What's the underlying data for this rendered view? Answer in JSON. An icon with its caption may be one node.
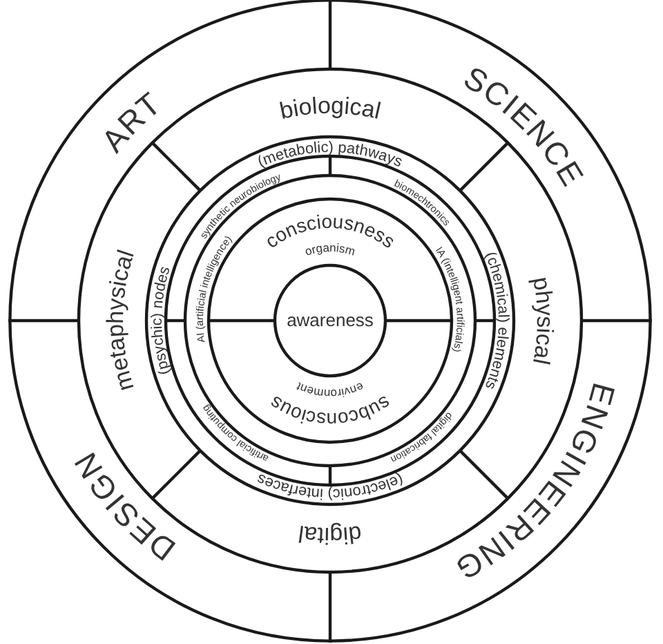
{
  "diagram": {
    "nodes": [
      {
        "text": [
          "ART"
        ]
      },
      {
        "text": [
          "SCIENCE"
        ]
      },
      {
        "text": [
          "ENGINEERING"
        ]
      },
      {
        "text": [
          "DESIGN"
        ]
      },
      {
        "text": [
          "biological"
        ]
      },
      {
        "text": [
          "physical"
        ]
      },
      {
        "text": [
          "digital"
        ]
      },
      {
        "text": [
          "metaphysical"
        ]
      },
      {
        "text": [
          "(metabolic) pathways"
        ]
      },
      {
        "text": [
          "(chemical) elements"
        ]
      },
      {
        "text": [
          "(electronic) interfaces"
        ]
      },
      {
        "text": [
          "(psychic) nodes"
        ]
      },
      {
        "text": [
          "synthetic neurobiology"
        ]
      },
      {
        "text": [
          "biomechtronics"
        ]
      },
      {
        "text": [
          "digital fabrication"
        ]
      },
      {
        "text": [
          "artificial computing"
        ]
      },
      {
        "text": [
          "AI (artificial intelligence)"
        ]
      },
      {
        "text": [
          "IA (intelligent artificials)"
        ]
      },
      {
        "text": [
          "consciousness",
          "organism"
        ]
      },
      {
        "text": [
          "environment",
          "subconscious"
        ]
      },
      {
        "text": [
          "awareness"
        ]
      }
    ]
  }
}
